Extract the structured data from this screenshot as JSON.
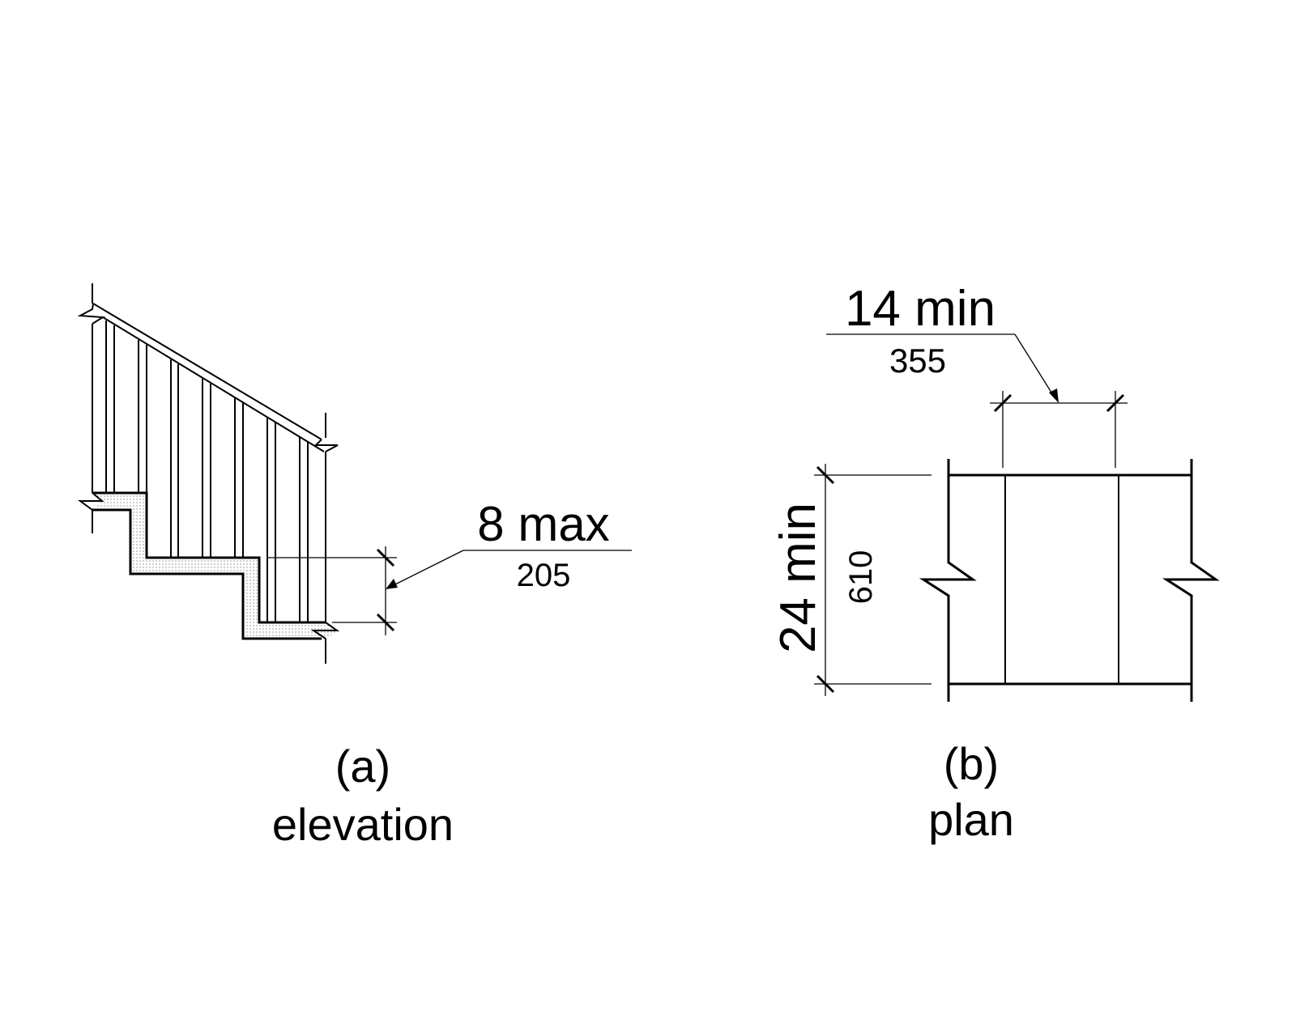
{
  "elevation": {
    "dimension_imperial": "8 max",
    "dimension_metric": "205",
    "letter": "(a)",
    "caption": "elevation"
  },
  "plan": {
    "width_imperial": "14 min",
    "width_metric": "355",
    "depth_imperial": "24 min",
    "depth_metric": "610",
    "letter": "(b)",
    "caption": "plan"
  },
  "colors": {
    "line": "#000000",
    "background": "#ffffff",
    "stipple": "#555555"
  }
}
